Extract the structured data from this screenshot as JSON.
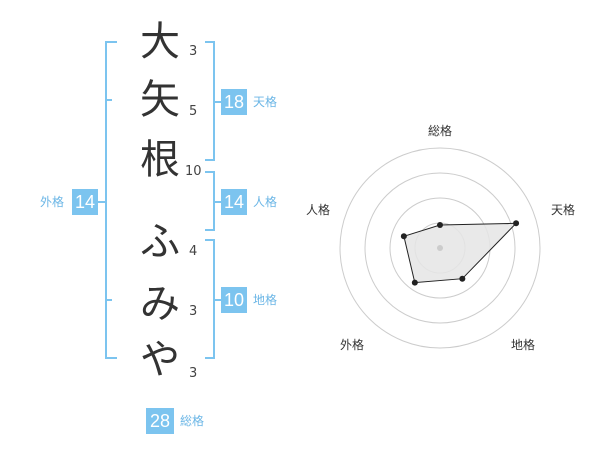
{
  "name": {
    "chars": [
      {
        "char": "大",
        "strokes": "3"
      },
      {
        "char": "矢",
        "strokes": "5"
      },
      {
        "char": "根",
        "strokes": "10"
      },
      {
        "char": "ふ",
        "strokes": "4"
      },
      {
        "char": "み",
        "strokes": "3"
      },
      {
        "char": "や",
        "strokes": "3"
      }
    ]
  },
  "kakusu": {
    "tenkaku": {
      "value": "18",
      "label": "天格"
    },
    "jinkaku": {
      "value": "14",
      "label": "人格"
    },
    "chikaku": {
      "value": "10",
      "label": "地格"
    },
    "gaikaku": {
      "value": "14",
      "label": "外格"
    },
    "soukaku": {
      "value": "28",
      "label": "総格"
    }
  },
  "radar": {
    "axes": [
      "総格",
      "天格",
      "地格",
      "外格",
      "人格"
    ],
    "values": [
      0.05,
      1.0,
      0.3,
      0.38,
      0.3
    ],
    "fill": "#e5e5e5",
    "stroke": "#222222",
    "ring_color": "#cccccc"
  },
  "colors": {
    "accent": "#7cc4ef"
  }
}
